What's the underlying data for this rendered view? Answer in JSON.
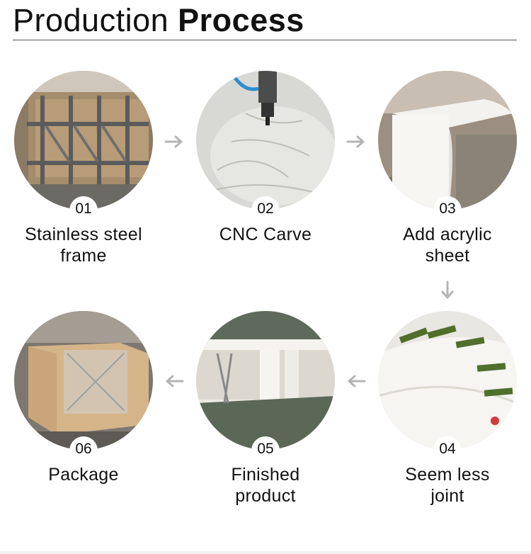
{
  "header": {
    "title_light": "Production",
    "title_bold": "Process"
  },
  "steps": [
    {
      "number": "01",
      "label_line1": "Stainless steel",
      "label_line2": "frame"
    },
    {
      "number": "02",
      "label_line1": "CNC Carve",
      "label_line2": ""
    },
    {
      "number": "03",
      "label_line1": "Add acrylic",
      "label_line2": "sheet"
    },
    {
      "number": "04",
      "label_line1": "Seem less",
      "label_line2": "joint"
    },
    {
      "number": "05",
      "label_line1": "Finished",
      "label_line2": "product"
    },
    {
      "number": "06",
      "label_line1": "Package",
      "label_line2": ""
    }
  ],
  "icons": {
    "arrow": "arrow-icon"
  },
  "colors": {
    "arrow": "#b4b4b4",
    "rule": "#555555",
    "text": "#111111"
  }
}
